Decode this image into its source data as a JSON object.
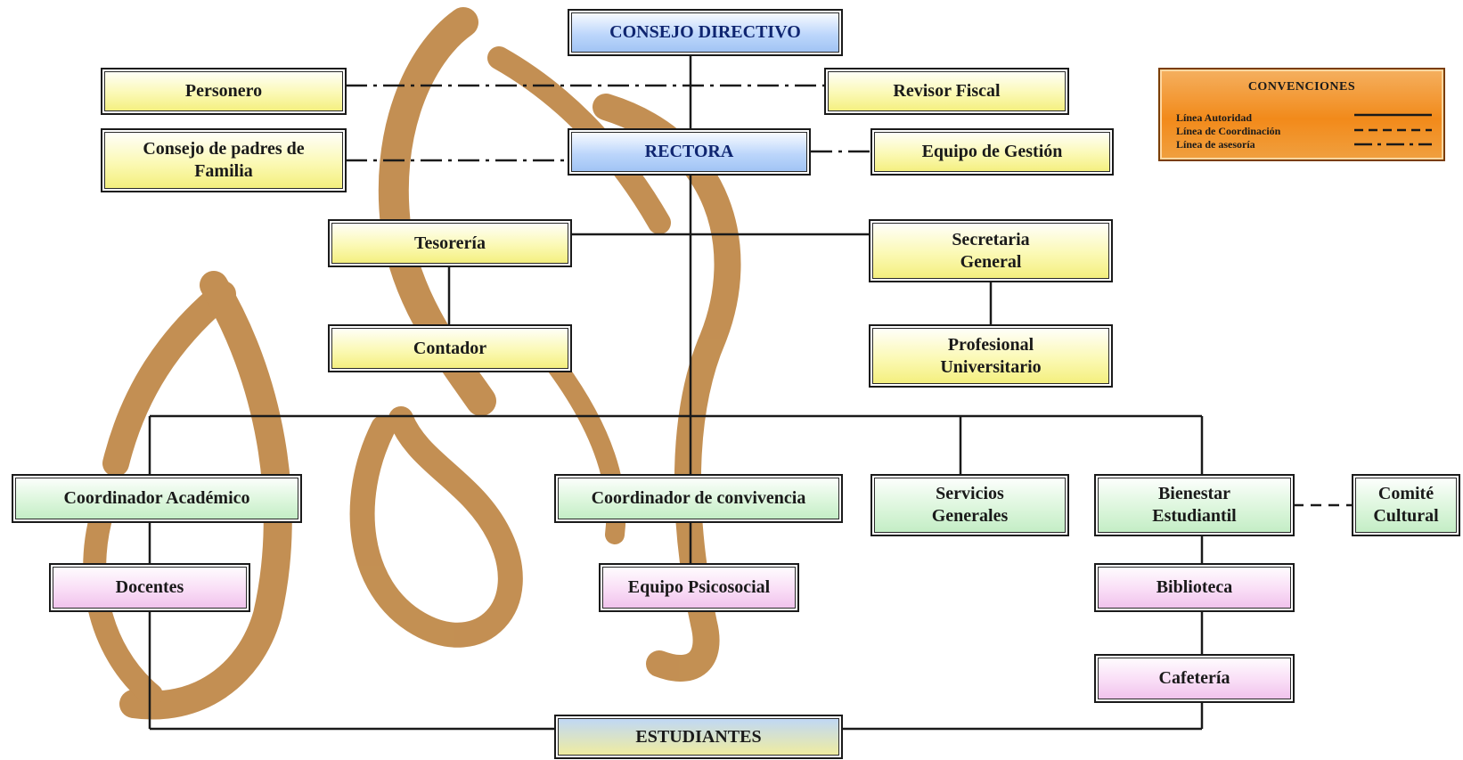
{
  "colors": {
    "blue_fill": "#bcd6fb",
    "yellow_fill": "#fbf9b4",
    "green_fill": "#dcf6dc",
    "pink_fill": "#f9ddf6",
    "legend_fill": "#f28a1a",
    "watermark": "#c08a4a"
  },
  "nodes": {
    "consejo_directivo": "CONSEJO DIRECTIVO",
    "personero": "Personero",
    "revisor_fiscal": "Revisor Fiscal",
    "consejo_padres": "Consejo de padres de\nFamilia",
    "rectora": "RECTORA",
    "equipo_gestion": "Equipo de Gestión",
    "tesoreria": "Tesorería",
    "secretaria_general": "Secretaria\nGeneral",
    "contador": "Contador",
    "profesional_universitario": "Profesional\nUniversitario",
    "coordinador_academico": "Coordinador Académico",
    "coordinador_convivencia": "Coordinador de convivencia",
    "servicios_generales": "Servicios\nGenerales",
    "bienestar_estudiantil": "Bienestar\nEstudiantil",
    "comite_cultural": "Comité\nCultural",
    "docentes": "Docentes",
    "equipo_psicosocial": "Equipo Psicosocial",
    "biblioteca": "Biblioteca",
    "cafeteria": "Cafetería",
    "estudiantes": "ESTUDIANTES"
  },
  "legend": {
    "title": "CONVENCIONES",
    "items": [
      {
        "label": "Línea Autoridad",
        "style": "solid"
      },
      {
        "label": "Línea de Coordinación",
        "style": "dashed"
      },
      {
        "label": "Línea de asesoría",
        "style": "dash-dot"
      }
    ]
  }
}
